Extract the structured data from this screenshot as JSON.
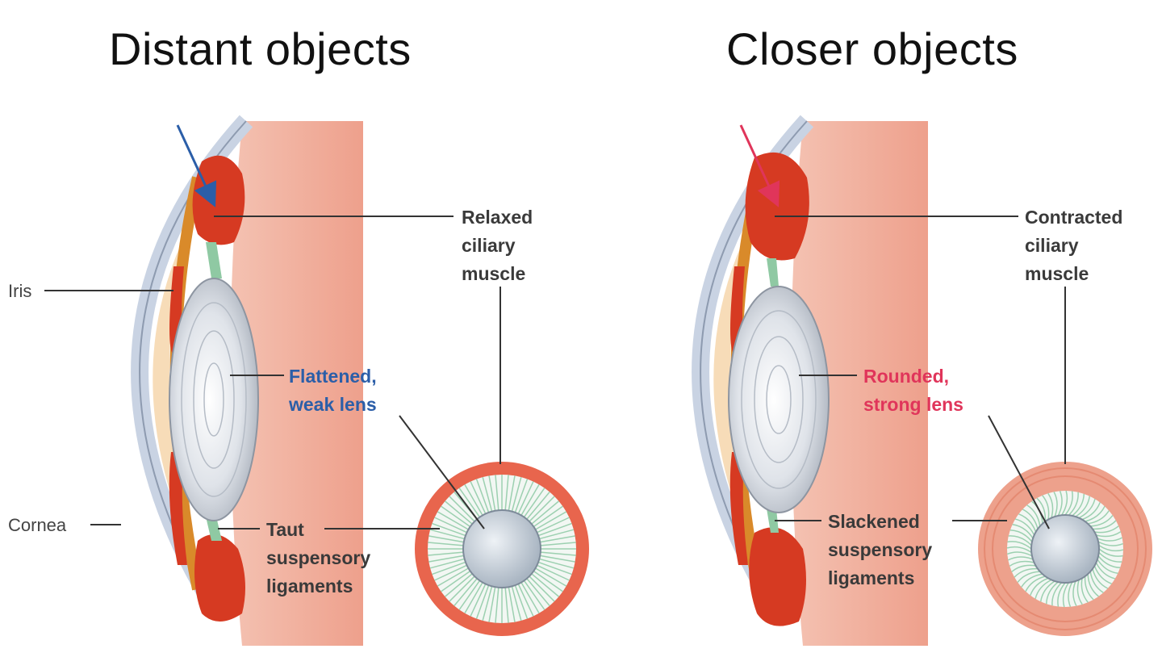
{
  "titles": {
    "left": "Distant objects",
    "right": "Closer objects"
  },
  "left_panel": {
    "ciliary_label": [
      "Relaxed",
      "ciliary",
      "muscle"
    ],
    "lens_label": [
      "Flattened,",
      "weak lens"
    ],
    "ligament_label": [
      "Taut",
      "suspensory",
      "ligaments"
    ],
    "iris_label": "Iris",
    "cornea_label": "Cornea",
    "accent_color": "#2b5ea8"
  },
  "right_panel": {
    "ciliary_label": [
      "Contracted",
      "ciliary",
      "muscle"
    ],
    "lens_label": [
      "Rounded,",
      "strong lens"
    ],
    "ligament_label": [
      "Slackened",
      "suspensory",
      "ligaments"
    ],
    "accent_color": "#e0355a"
  },
  "colors": {
    "muscle_red": "#d63a22",
    "tissue_pink": "#f1b3a0",
    "cornea_blue": "#c9d3e3",
    "lens_gray": "#c9ced6",
    "ligament_green": "#8fc9a3",
    "aqueous_tan": "#f7dcb8",
    "iris_orange": "#d98a2a"
  }
}
